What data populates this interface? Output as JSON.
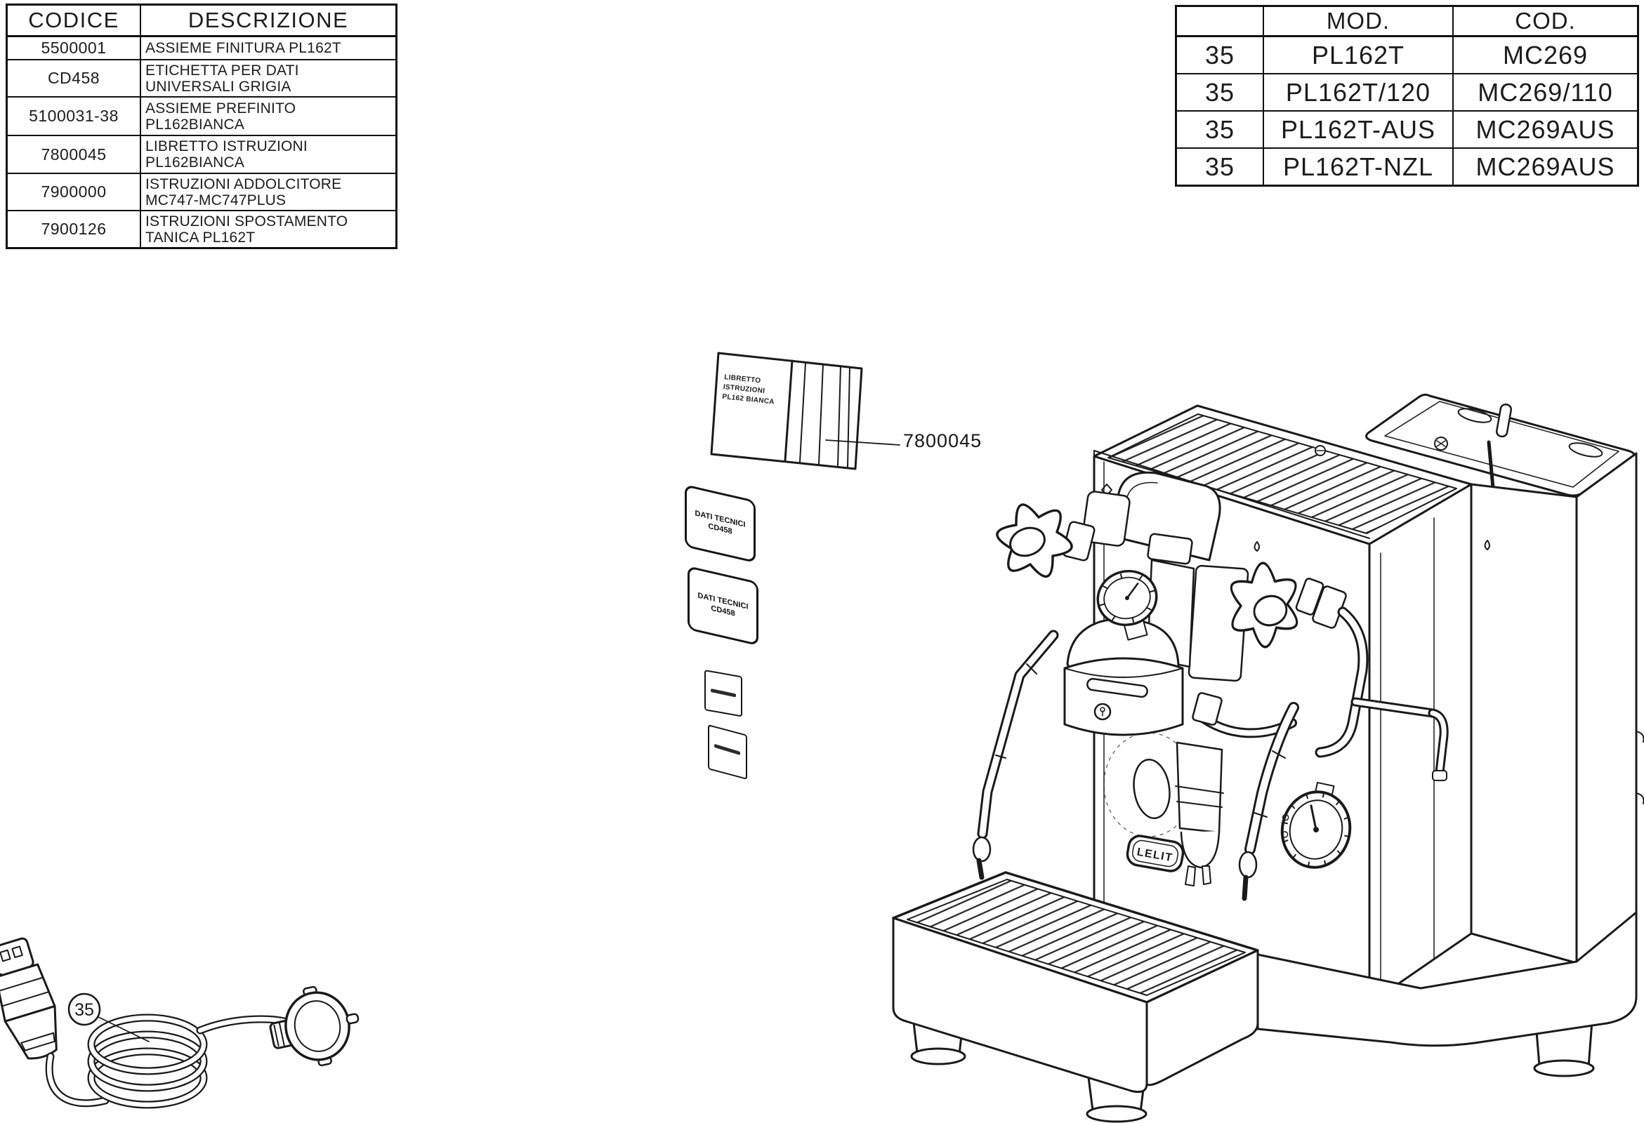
{
  "page": {
    "background": "#ffffff",
    "ink": "#1a1a1a"
  },
  "parts_table": {
    "headers": [
      "CODICE",
      "DESCRIZIONE"
    ],
    "rows": [
      {
        "codice": "5500001",
        "desc1": "ASSIEME FINITURA PL162T",
        "desc2": ""
      },
      {
        "codice": "CD458",
        "desc1": "ETICHETTA PER DATI",
        "desc2": "UNIVERSALI GRIGIA"
      },
      {
        "codice": "5100031-38",
        "desc1": "ASSIEME PREFINITO",
        "desc2": "PL162BIANCA"
      },
      {
        "codice": "7800045",
        "desc1": "LIBRETTO ISTRUZIONI",
        "desc2": "PL162BIANCA"
      },
      {
        "codice": "7900000",
        "desc1": "ISTRUZIONI ADDOLCITORE",
        "desc2": "MC747-MC747PLUS"
      },
      {
        "codice": "7900126",
        "desc1": "ISTRUZIONI SPOSTAMENTO",
        "desc2": "TANICA PL162T"
      }
    ]
  },
  "model_table": {
    "headers": {
      "ref": "",
      "mod": "MOD.",
      "cod": "COD."
    },
    "rows": [
      {
        "ref": "35",
        "mod": "PL162T",
        "cod": "MC269"
      },
      {
        "ref": "35",
        "mod": "PL162T/120",
        "cod": "MC269/110"
      },
      {
        "ref": "35",
        "mod": "PL162T-AUS",
        "cod": "MC269AUS"
      },
      {
        "ref": "35",
        "mod": "PL162T-NZL",
        "cod": "MC269AUS"
      }
    ]
  },
  "booklet": {
    "part_number": "7800045",
    "cover_line1": "LIBRETTO",
    "cover_line2": "ISTRUZIONI",
    "cover_line3": "PL162 BIANCA"
  },
  "stickers": {
    "dati_line1": "DATI TECNICI",
    "dati_line2": "CD458"
  },
  "cord": {
    "ref": "35"
  },
  "machine": {
    "brand": "LELIT"
  }
}
